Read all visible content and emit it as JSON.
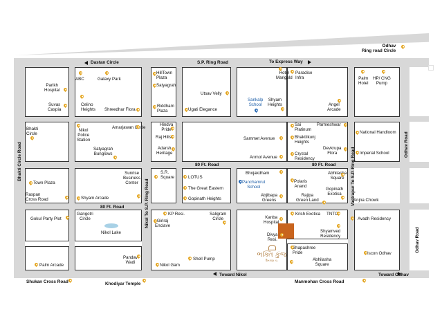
{
  "roads": {
    "odhav_ring": "Odhav\nRing road Circle",
    "dastan": "Dastan Circle",
    "sp_ring": "S.P. Ring Road",
    "express": "To Express Way",
    "bhakti_circle_road": "Bhakti Circle Road",
    "nikol_naroda": "Nikol To S.P. Ring Road",
    "ft80_top": "80 Ft. Road",
    "ft80_mid": "80 Ft. Road",
    "ft80_right": "80 Ft. Road",
    "vastrapur_sp": "Vastrapur To S.P. Ring Road",
    "odhav_road": "Odhav Road",
    "odhav_road2": "Odhav Road",
    "toward_nikol": "Toward Nikol",
    "toward_odhav": "Toward Odhav",
    "shukan": "Shukan Cross Road",
    "manmohan": "Manmohan Cross Road"
  },
  "places": {
    "abc": "ABC",
    "galaxy": "Galaxy Park",
    "parikh": "Parikh\nHospital",
    "suvas": "Suvas\nCaspia",
    "celino": "Celino\nHeights",
    "shreedhar": "Shreedhar Flora",
    "hilltown": "HillTown\nPlaza",
    "satyagrah": "Satyagrah",
    "utsav": "Utsav Velly",
    "riddham": "Riddham\nPlaza",
    "ugati": "Ugati Elegance",
    "hotel_marigold": "Hotel\nMarigold",
    "sankalp": "Sankalp\nSchool",
    "shyam_heights": "Shyam\nHeights",
    "paradise": "Paradise\nInfra",
    "angel": "Angel\nArcade",
    "palm_hotel": "Palm\nHotel",
    "hpcng": "HP/ CNG\nPump",
    "bhakti_circle": "Bhakti\nCircle",
    "nikol_police": "Nikol\nPolice\nStation",
    "amarjawan": "Amarjawan Circle",
    "satyagrah_bungalows": "Satyagrah\nBunglows",
    "hindva": "Hindva\nPride",
    "raj_hills": "Raj Hills",
    "adarsh": "Adarsh\nHeritage",
    "sammet": "Sammet Avenue",
    "anmol": "Anmol Avenue",
    "sai_platinum": "Sai\nPlatinum",
    "bhaktilkunj": "Bhaktilkunj\nHeights",
    "crystal": "Crystal\nResidency",
    "parmeshwar": "Parmeshwar",
    "devkrupa": "Devkrupa\nFlora",
    "national_handloom": "National Handloom",
    "imperial": "Imperial School",
    "town_plaza": "Town Plaza",
    "raspan": "Raspan\nCross Road",
    "shyam_arcade": "Shyam Arcade",
    "sunrise": "Sunrise\nBusiness\nCenter",
    "sr_square": "S.R.\nSquare",
    "lotus": "LOTUS",
    "great_eastern": "The Great Eastern",
    "gopinath_heights": "Gopinath Heights",
    "bhojakdham": "Bhojakdham",
    "panchamrut": "Panchamrut\nSchool",
    "abjibapa": "Abjibapa\nGreens",
    "polaris": "Polaris\nAnand",
    "abhilasha_top": "Abhilasha\nSquare",
    "gopinath_exotica": "Gopinath\nExotica",
    "rajipa": "Rajipa\nGreen Land",
    "anjna": "Anjna Chowk",
    "gokul": "Gokul Party Plot",
    "gangotri": "Gangotri\nCircle",
    "nikol_lake": "Nikol Lake",
    "kp_resi": "KP Resi.",
    "giriraj": "Giriraj\nEnclave",
    "saligram": "Saligram\nCircle",
    "kanba": "Kanba\nHospital",
    "krish": "Krish Exotica",
    "tntc": "TNTC",
    "avadh": "Avadh Residency",
    "shyamved": "Shyamved\nResidency",
    "divya": "Divya\nResi.",
    "bhapashree": "Bhapashree\nPride",
    "abhilasha_bottom": "Abhilasha\nSquare",
    "iscon": "Iscon Odhav",
    "palm_arcade": "Palm Arcade",
    "pandav": "Pandav\nWadi",
    "shell": "Shell Pump",
    "nikol_gam": "Nikol Gam",
    "khodiyar": "Khodiyar Temple"
  },
  "project": {
    "name": "ભક્તિ કુંજ",
    "tagline": "ઉતરાણ ચ."
  },
  "colors": {
    "road": "#d8d8d8",
    "block_border": "#333333",
    "pin": "#e4a51f",
    "school_pin": "#2a6bb5",
    "site": "#c8641e",
    "lake": "#a8d1e6",
    "logo": "#b6864d"
  }
}
